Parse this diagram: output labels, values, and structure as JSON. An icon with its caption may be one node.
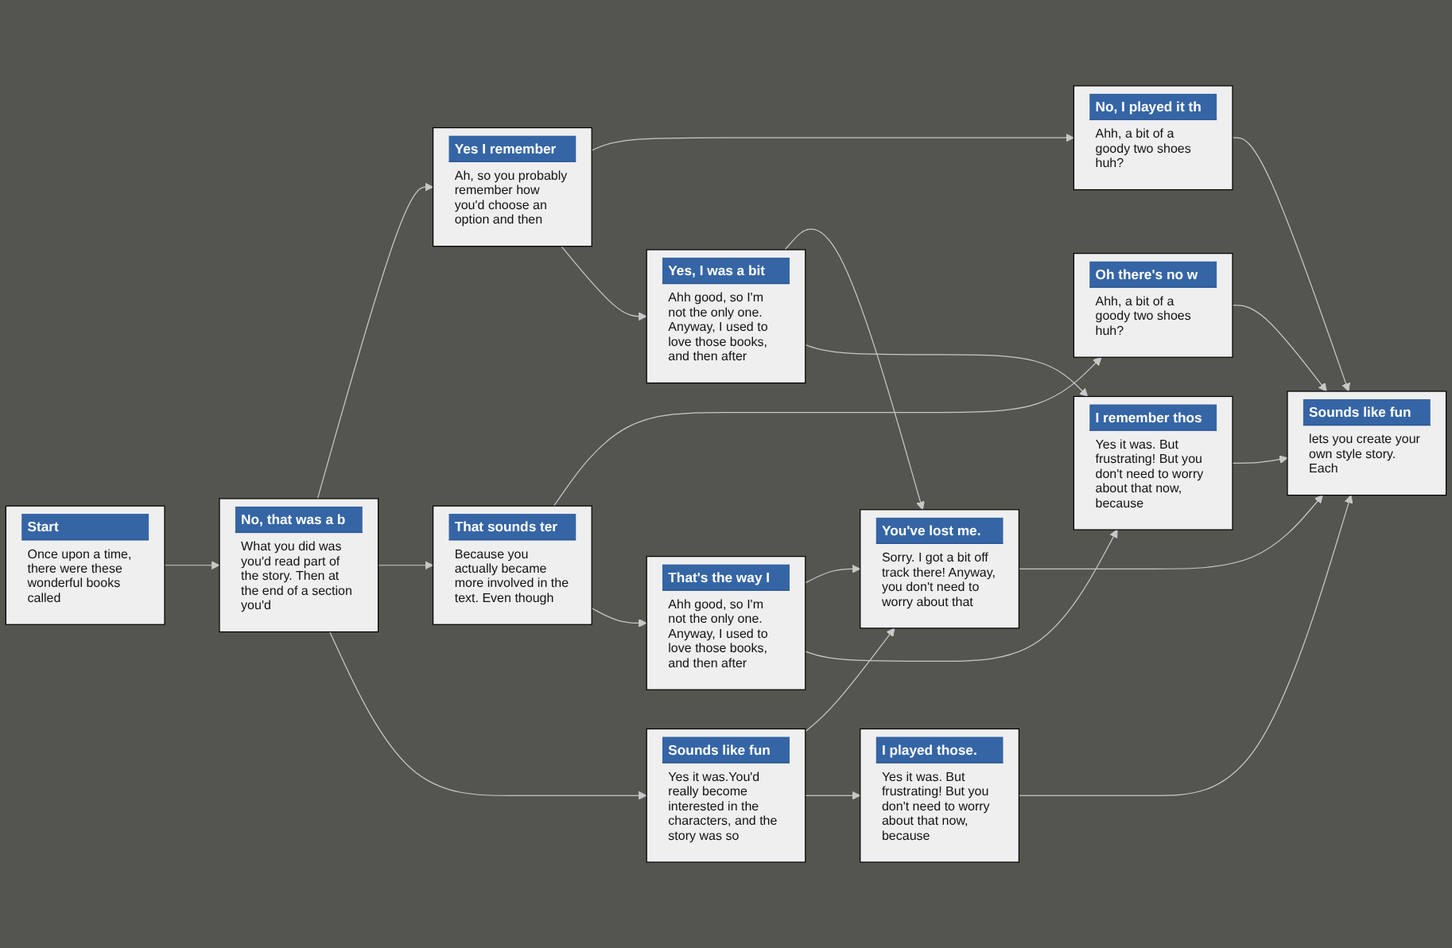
{
  "diagram": {
    "nodes": [
      {
        "text": [
          "Start",
          "Once upon a time, there were these wonderful books called"
        ]
      },
      {
        "text": [
          "No, that was a b",
          "What you did was you'd read part of the story. Then at the end of a section you'd"
        ]
      },
      {
        "text": [
          "Yes I remember",
          "Ah, so you probably remember how you'd choose an option and then"
        ]
      },
      {
        "text": [
          "No, I played it th",
          "Ahh, a bit of a goody two shoes huh?"
        ]
      },
      {
        "text": [
          "That sounds ter",
          "Because you actually became more involved in the text. Even though"
        ]
      },
      {
        "text": [
          "Oh there's no w",
          "Ahh, a bit of a goody two shoes huh?"
        ]
      },
      {
        "text": [
          "Sounds like fun",
          "Yes it was.You'd really become interested in the characters, and the story was so"
        ]
      },
      {
        "text": [
          "You've lost me.",
          "Sorry. I got a bit off track there! Anyway, you don't need to worry about that"
        ]
      },
      {
        "text": [
          "Yes, I was a bit",
          "Ahh good, so I'm not the only one. Anyway, I used to love those books, and then after"
        ]
      },
      {
        "text": [
          "That's the way I",
          "Ahh good, so I'm not the only one. Anyway, I used to love those books, and then after"
        ]
      },
      {
        "text": [
          "I played those.",
          "Yes it was. But frustrating! But you don't need to worry about that now, because"
        ]
      },
      {
        "text": [
          "Sounds like fun",
          "lets you create your own style story. Each"
        ]
      },
      {
        "text": [
          "I remember thos",
          "Yes it was. But frustrating! But you don't need to worry about that now, because"
        ]
      }
    ],
    "edges": [
      {
        "from": 0,
        "to": 1,
        "arrow": "to"
      },
      {
        "from": 1,
        "to": 2,
        "arrow": "to"
      },
      {
        "from": 1,
        "to": 4,
        "arrow": "to"
      },
      {
        "from": 1,
        "to": 6,
        "arrow": "to"
      },
      {
        "from": 2,
        "to": 3,
        "arrow": "to"
      },
      {
        "from": 2,
        "to": 8,
        "arrow": "to"
      },
      {
        "from": 3,
        "to": 11,
        "arrow": "to"
      },
      {
        "from": 4,
        "to": 5,
        "arrow": "to"
      },
      {
        "from": 4,
        "to": 9,
        "arrow": "to"
      },
      {
        "from": 5,
        "to": 11,
        "arrow": "to"
      },
      {
        "from": 6,
        "to": 7,
        "arrow": "to"
      },
      {
        "from": 6,
        "to": 10,
        "arrow": "to"
      },
      {
        "from": 7,
        "to": 11,
        "arrow": "to"
      },
      {
        "from": 8,
        "to": 7,
        "arrow": "to"
      },
      {
        "from": 8,
        "to": 12,
        "arrow": "to"
      },
      {
        "from": 9,
        "to": 7,
        "arrow": "to"
      },
      {
        "from": 9,
        "to": 12,
        "arrow": "to"
      },
      {
        "from": 10,
        "to": 11,
        "arrow": "to"
      },
      {
        "from": 12,
        "to": 11,
        "arrow": "to"
      }
    ]
  }
}
